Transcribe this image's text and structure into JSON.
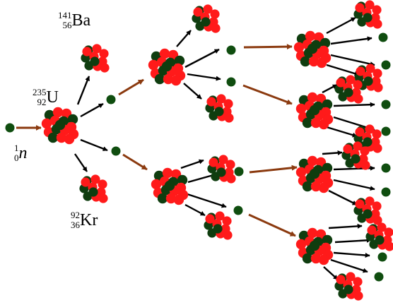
{
  "colors": {
    "proton": "#ff1a1a",
    "neutron": "#0f3d0f",
    "free_neutron": "#0f4d0f",
    "arrow_neutron": "#8b3a0f",
    "arrow_fragment": "#000000",
    "background": "#ffffff"
  },
  "labels": {
    "neutron": {
      "mass": "1",
      "atomic": "0",
      "symbol": "n"
    },
    "uranium": {
      "mass": "235",
      "atomic": "92",
      "symbol": "U"
    },
    "barium": {
      "mass": "141",
      "atomic": "56",
      "symbol": "Ba"
    },
    "krypton": {
      "mass": "92",
      "atomic": "36",
      "symbol": "Kr"
    }
  }
}
